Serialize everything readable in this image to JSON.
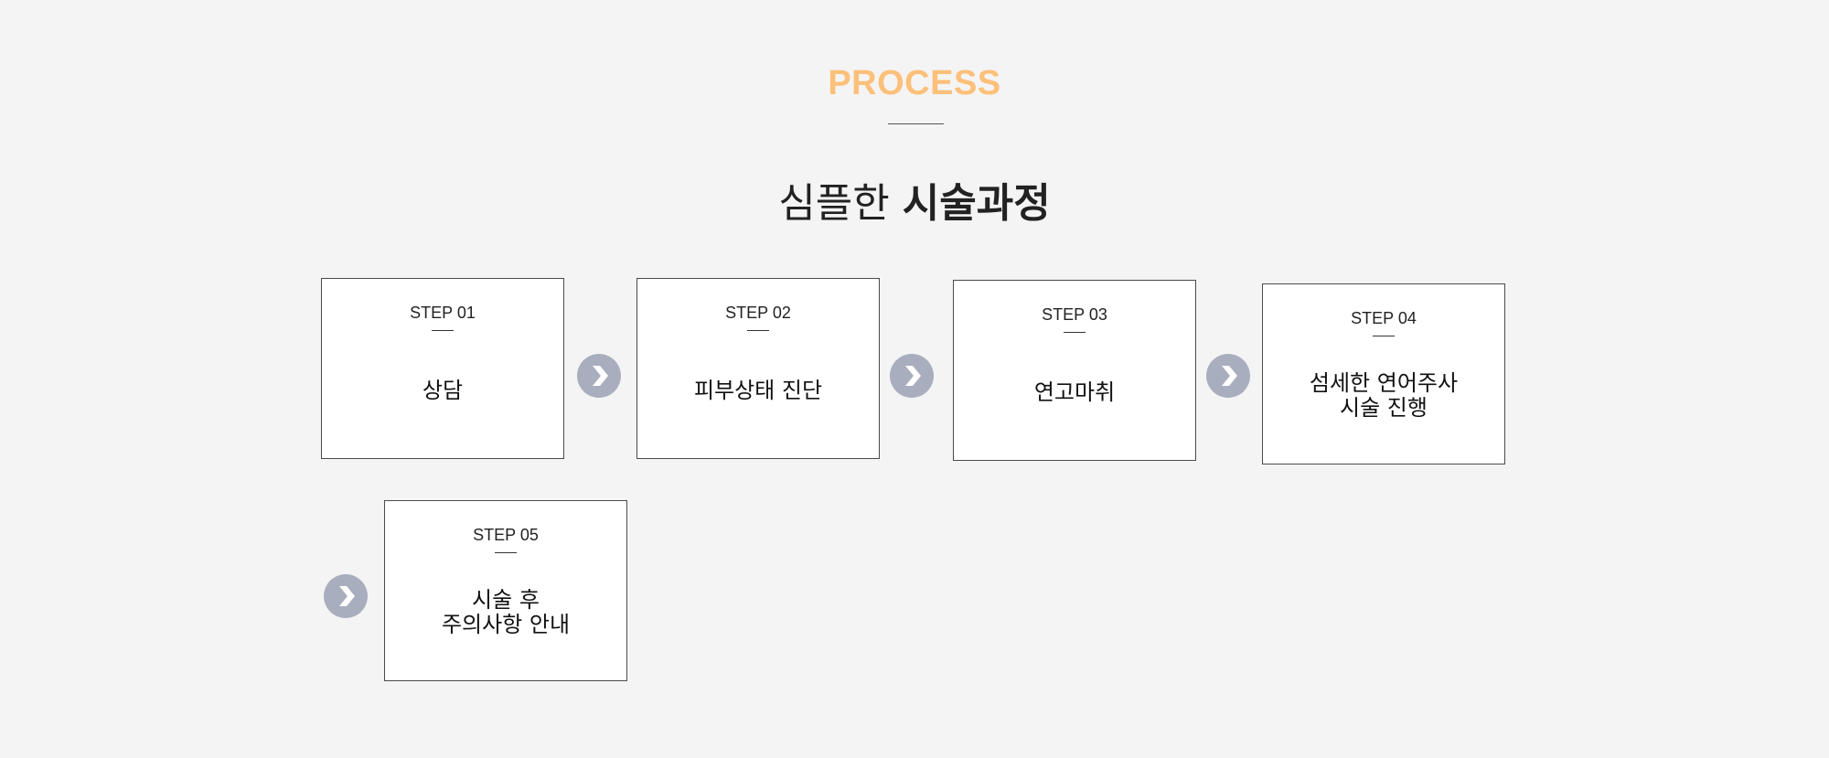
{
  "header": {
    "eyebrow": "PROCESS",
    "title_light": "심플한 ",
    "title_bold": "시술과정"
  },
  "colors": {
    "accent": "#fcc07a",
    "arrow": "#a9aebf",
    "background": "#f4f4f4"
  },
  "steps": [
    {
      "label": "STEP 01",
      "title": "상담"
    },
    {
      "label": "STEP 02",
      "title": "피부상태 진단"
    },
    {
      "label": "STEP 03",
      "title": "연고마취"
    },
    {
      "label": "STEP 04",
      "title": "섬세한 연어주사\n시술 진행"
    },
    {
      "label": "STEP 05",
      "title": "시술 후\n주의사항 안내"
    }
  ],
  "arrow_icon": "chevron-right-icon"
}
